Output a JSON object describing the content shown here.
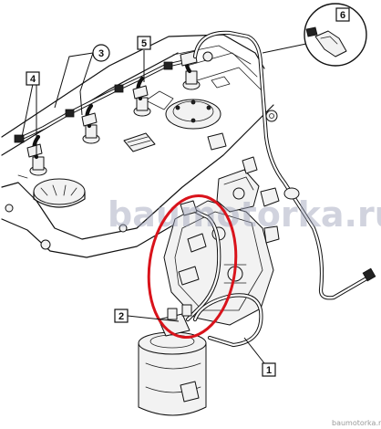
{
  "callouts": [
    {
      "label": "1"
    },
    {
      "label": "2"
    },
    {
      "label": "3"
    },
    {
      "label": "4"
    },
    {
      "label": "5"
    },
    {
      "label": "6"
    }
  ],
  "watermark": {
    "main": "baumotorka.ru",
    "corner": "baumotorka.ru"
  },
  "colors": {
    "highlight": "#d9131b",
    "line": "#111111"
  }
}
